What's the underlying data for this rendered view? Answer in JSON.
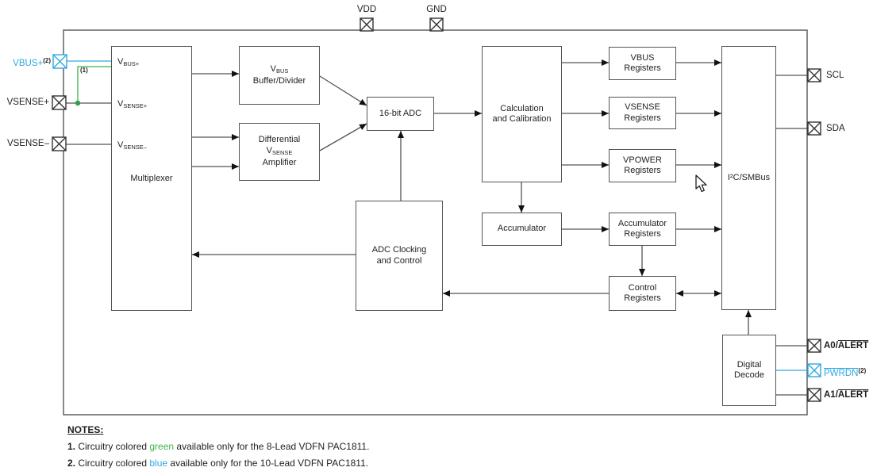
{
  "colors": {
    "blue": "#2fa9e0",
    "green": "#3bb54a",
    "line": "#555555",
    "text": "#1f1f1f"
  },
  "pins": {
    "vdd": {
      "label": "VDD"
    },
    "gnd": {
      "label": "GND"
    },
    "vbus_plus": {
      "label": "VBUS+",
      "sup": "(2)"
    },
    "vsense_plus": {
      "label": "VSENSE+"
    },
    "vsense_minus": {
      "label": "VSENSE–"
    },
    "scl": {
      "label": "SCL"
    },
    "sda": {
      "label": "SDA"
    },
    "a0_alert": {
      "prefix": "A0/",
      "overline": "ALERT"
    },
    "pwrdn": {
      "overline": "PWRDN",
      "sup": "(2)"
    },
    "a1_alert": {
      "prefix": "A1/",
      "overline": "ALERT"
    }
  },
  "blocks": {
    "multiplexer": {
      "label": "Multiplexer",
      "inputs": [
        {
          "base": "V",
          "sub": "BUS+"
        },
        {
          "base": "V",
          "sub": "SENSE+"
        },
        {
          "base": "V",
          "sub": "SENSE–"
        }
      ]
    },
    "vbus_buffer": {
      "line1_base": "V",
      "line1_sub": "BUS",
      "line2": "Buffer/Divider"
    },
    "diff_amp": {
      "line1": "Differential",
      "line2_base": "V",
      "line2_sub": "SENSE",
      "line3": "Amplifier"
    },
    "adc": {
      "label": "16-bit ADC"
    },
    "calc": {
      "line1": "Calculation",
      "line2": "and Calibration"
    },
    "vbus_reg": {
      "line1": "VBUS",
      "line2": "Registers"
    },
    "vsense_reg": {
      "line1": "VSENSE",
      "line2": "Registers"
    },
    "vpower_reg": {
      "line1": "VPOWER",
      "line2": "Registers"
    },
    "accumulator": {
      "label": "Accumulator"
    },
    "acc_reg": {
      "line1": "Accumulator",
      "line2": "Registers"
    },
    "ctrl_reg": {
      "line1": "Control",
      "line2": "Registers"
    },
    "adc_clk": {
      "line1": "ADC Clocking",
      "line2": "and Control"
    },
    "i2c": {
      "label": "I²C/SMBus"
    },
    "digital_decode": {
      "line1": "Digital",
      "line2": "Decode"
    }
  },
  "annotations": {
    "green_wire_note": "(1)"
  },
  "notes": {
    "heading": "NOTES:",
    "items": [
      {
        "num": "1.",
        "pre": " Circuitry colored ",
        "colored": "green",
        "post": " available only for the 8-Lead VDFN PAC1811."
      },
      {
        "num": "2.",
        "pre": " Circuitry colored ",
        "colored": "blue",
        "post": " available only for the 10-Lead VDFN PAC1811."
      }
    ]
  }
}
